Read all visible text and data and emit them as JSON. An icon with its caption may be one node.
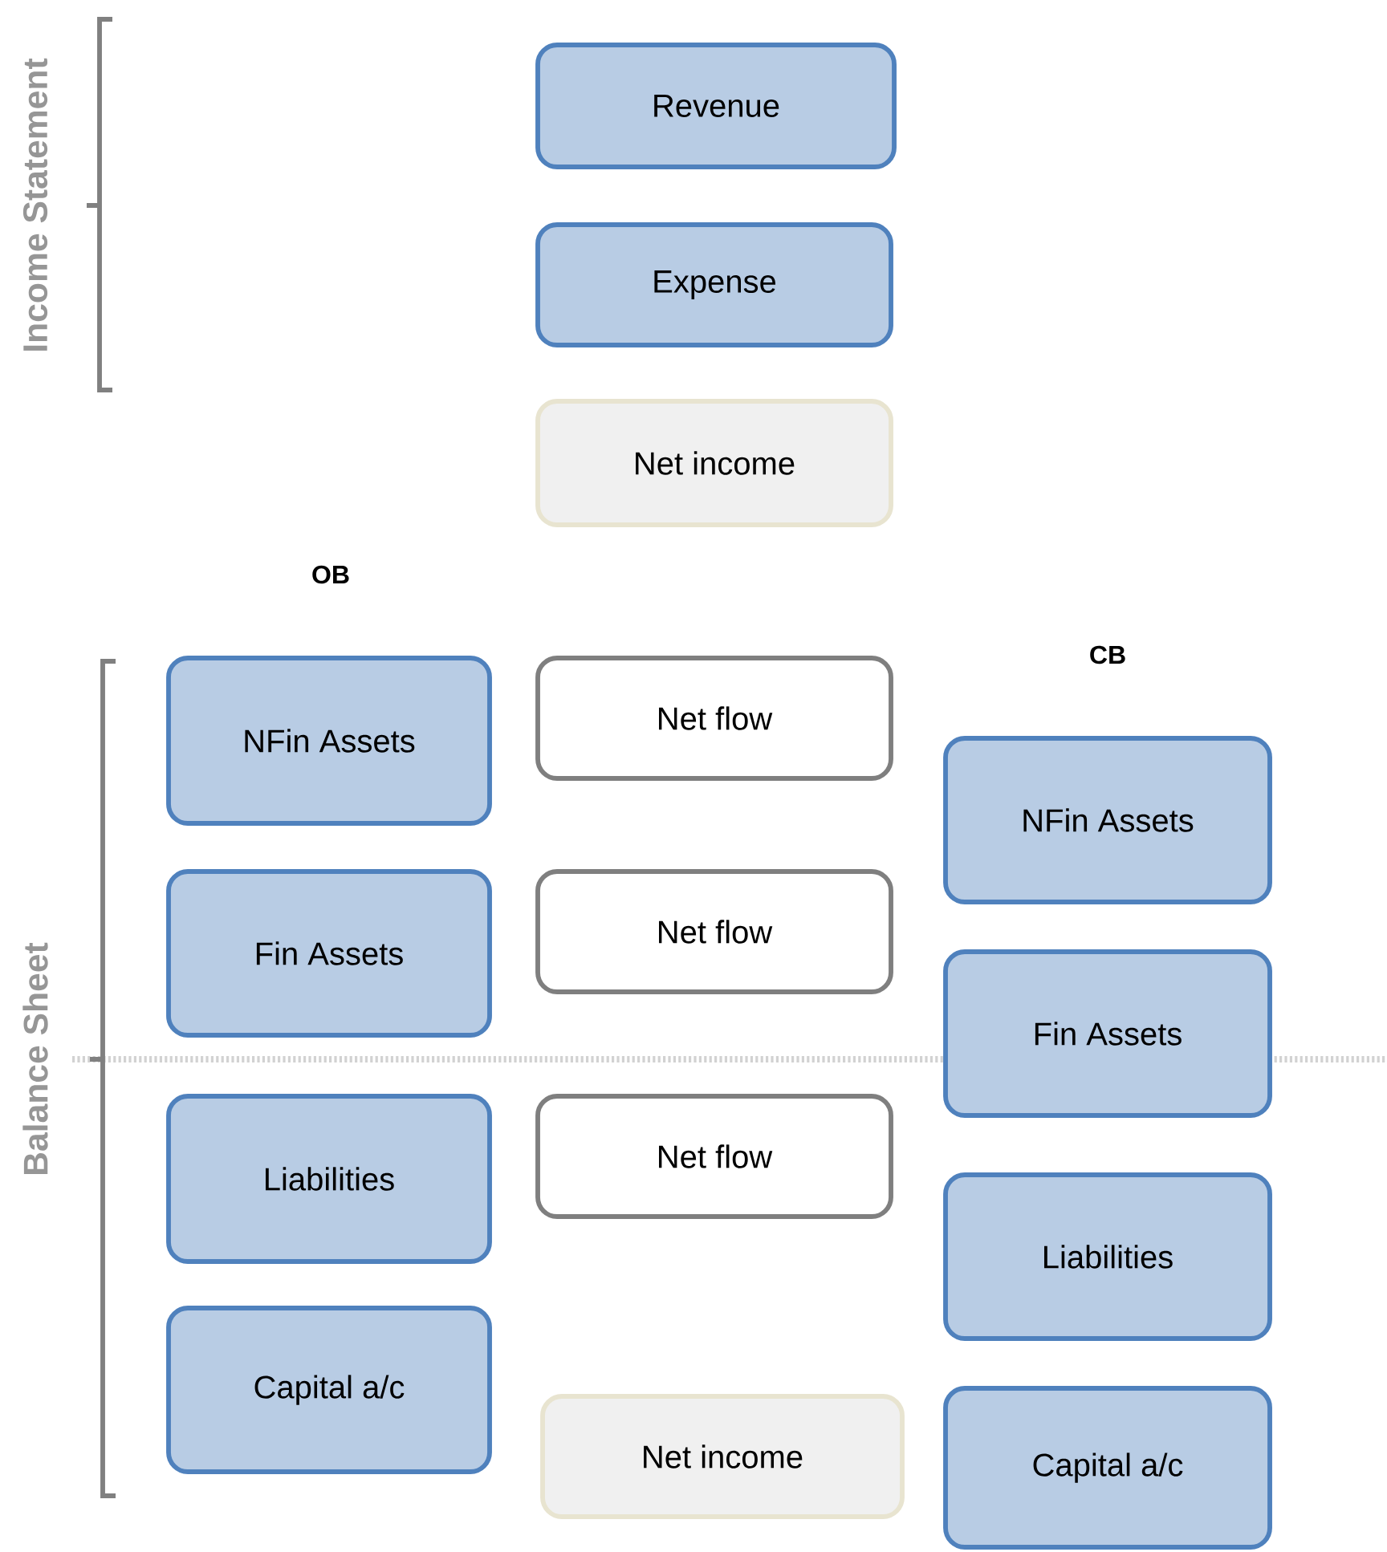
{
  "diagram": {
    "nodes": [
      {
        "text": [
          "Revenue"
        ]
      },
      {
        "text": [
          "Expense"
        ]
      },
      {
        "text": [
          "Net income"
        ]
      },
      {
        "text": [
          "NFin Assets"
        ]
      },
      {
        "text": [
          "Net flow"
        ]
      },
      {
        "text": [
          "Fin Assets"
        ]
      },
      {
        "text": [
          "Net flow"
        ]
      },
      {
        "text": [
          "Liabilities"
        ]
      },
      {
        "text": [
          "Net flow"
        ]
      },
      {
        "text": [
          "Capital a/c"
        ]
      },
      {
        "text": [
          "Net income"
        ]
      },
      {
        "text": [
          "NFin Assets"
        ]
      },
      {
        "text": [
          "Fin Assets"
        ]
      },
      {
        "text": [
          "Liabilities"
        ]
      },
      {
        "text": [
          "Capital a/c"
        ]
      }
    ],
    "edges": [],
    "labels": [
      "Income Statement",
      "OB",
      "CB",
      "Balance Sheet"
    ]
  }
}
